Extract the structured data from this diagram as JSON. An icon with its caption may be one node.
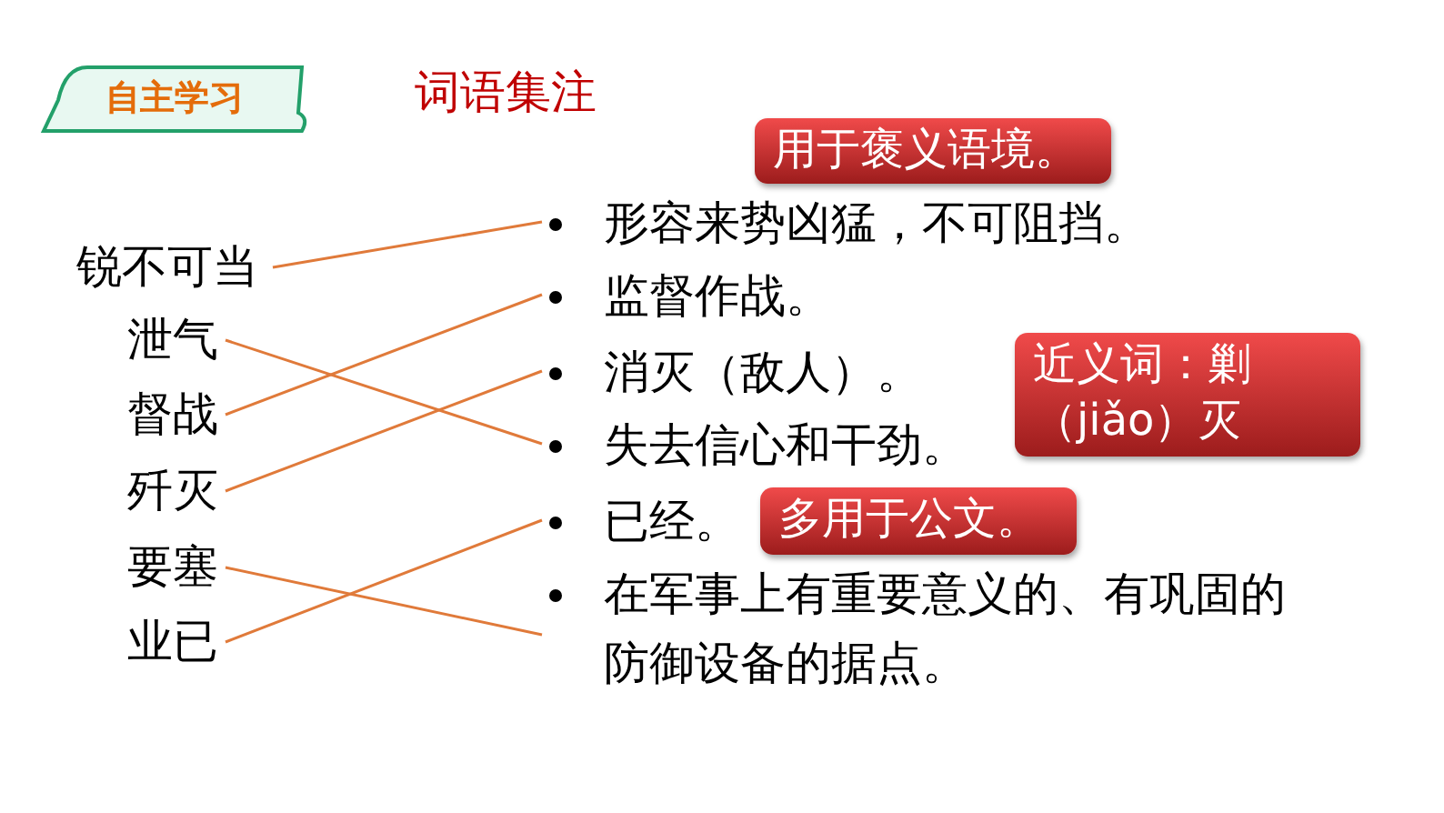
{
  "diagram": {
    "title": "词语集注",
    "nodes": [
      {
        "text": [
          "自主学习"
        ]
      },
      {
        "text": [
          "锐不可当"
        ]
      },
      {
        "text": [
          "泄气"
        ]
      },
      {
        "text": [
          "督战"
        ]
      },
      {
        "text": [
          "歼灭"
        ]
      },
      {
        "text": [
          "要塞"
        ]
      },
      {
        "text": [
          "业已"
        ]
      },
      {
        "text": [
          "形容来势凶猛，不可阻挡。"
        ]
      },
      {
        "text": [
          "监督作战。"
        ]
      },
      {
        "text": [
          "消灭（敌人）。"
        ]
      },
      {
        "text": [
          "失去信心和干劲。"
        ]
      },
      {
        "text": [
          "已经。"
        ]
      },
      {
        "text": [
          "在军事上有重要意义的、有巩固的防御设备的据点。"
        ]
      },
      {
        "text": [
          "用于褒义语境。"
        ]
      },
      {
        "text": [
          "近义词：剿（jiǎo）灭"
        ]
      },
      {
        "text": [
          "多用于公文。"
        ]
      }
    ],
    "edges": [
      {
        "from": 1,
        "to": 7,
        "arrow": "none"
      },
      {
        "from": 2,
        "to": 10,
        "arrow": "none"
      },
      {
        "from": 3,
        "to": 8,
        "arrow": "none"
      },
      {
        "from": 4,
        "to": 9,
        "arrow": "none"
      },
      {
        "from": 5,
        "to": 12,
        "arrow": "none"
      },
      {
        "from": 6,
        "to": 11,
        "arrow": "none"
      }
    ]
  }
}
